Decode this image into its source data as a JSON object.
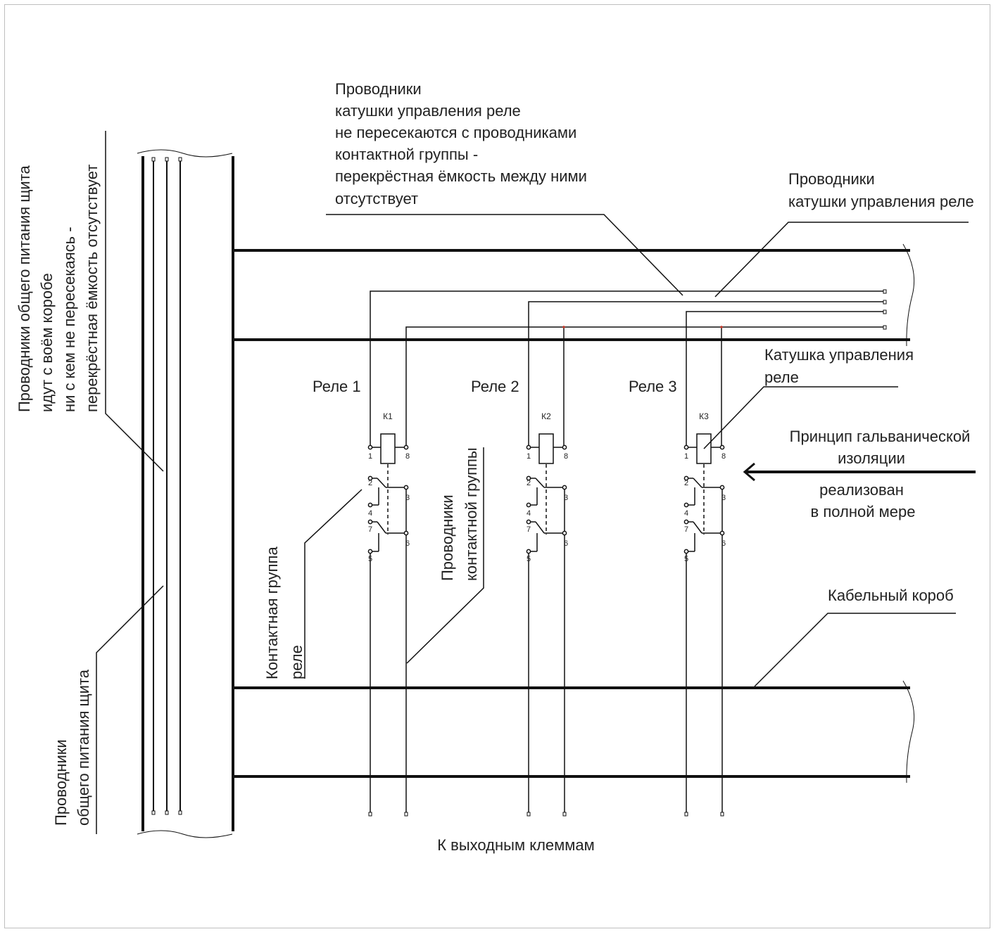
{
  "colors": {
    "line": "#111111",
    "accent": "#c0392b",
    "frame": "#bfbfbf"
  },
  "labels": {
    "top_note": [
      "Проводники",
      "катушки управления реле",
      "не пересекаются с проводниками",
      "контактной группы -",
      "перекрёстная ёмкость между ними",
      "отсутствует"
    ],
    "coil_wires": [
      "Проводники",
      "катушки управления реле"
    ],
    "coil": [
      "Катушка управления",
      "реле"
    ],
    "galvanic": [
      "Принцип гальванической",
      "изоляции"
    ],
    "galvanic_2": [
      "реализован",
      "в полной мере"
    ],
    "cable_duct": "Кабельный короб",
    "output": "К выходным клеммам",
    "left_note": [
      "Проводники общего питания щита",
      "идут с воём коробе",
      "ни с кем не пересекаясь -",
      "перекрёстная ёмкость отсутствует"
    ],
    "left_note_2": [
      "Проводники",
      "общего питания щита"
    ],
    "contact_group": [
      "Контактная группа",
      "реле"
    ],
    "contact_wires": [
      "Проводники",
      "контактной группы"
    ]
  },
  "relays": [
    {
      "title": "Реле 1",
      "code": "К1",
      "pins": [
        "1",
        "8",
        "2",
        "3",
        "4",
        "7",
        "6",
        "5"
      ]
    },
    {
      "title": "Реле 2",
      "code": "К2",
      "pins": [
        "1",
        "8",
        "2",
        "3",
        "4",
        "7",
        "6",
        "5"
      ]
    },
    {
      "title": "Реле 3",
      "code": "К3",
      "pins": [
        "1",
        "8",
        "2",
        "3",
        "4",
        "7",
        "6",
        "5"
      ]
    }
  ]
}
